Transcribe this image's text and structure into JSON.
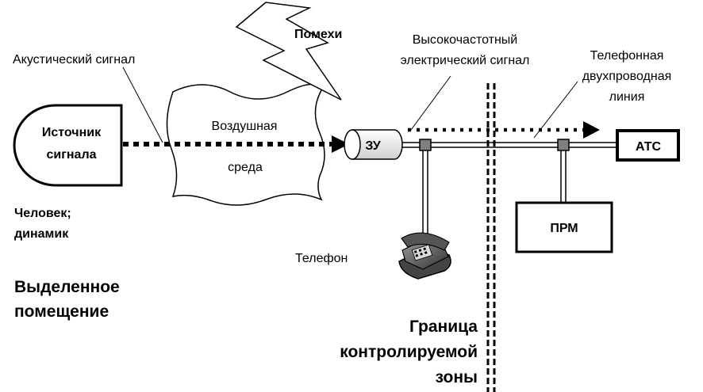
{
  "labels": {
    "acoustic_signal": "Акустический сигнал",
    "interference": "Помехи",
    "hf_signal_line1": "Высокочастотный",
    "hf_signal_line2": "электрический сигнал",
    "phone_line_line1": "Телефонная",
    "phone_line_line2": "двухпроводная",
    "phone_line_line3": "линия",
    "source_line1": "Источник",
    "source_line2": "сигнала",
    "air_line1": "Воздушная",
    "air_line2": "среда",
    "zu": "ЗУ",
    "ats": "АТС",
    "prm": "ПРМ",
    "human_line1": "Человек;",
    "human_line2": "динамик",
    "telephone": "Телефон",
    "room_line1": "Выделенное",
    "room_line2": "помещение",
    "boundary_line1": "Граница",
    "boundary_line2": "контролируемой",
    "boundary_line3": "зоны"
  }
}
